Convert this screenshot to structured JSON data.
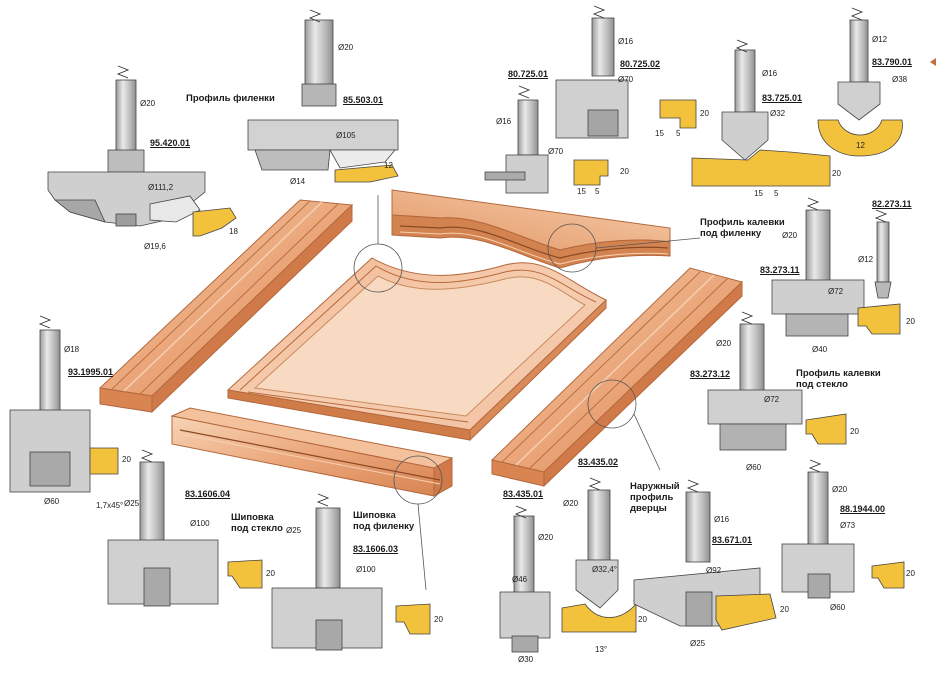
{
  "colors": {
    "steel": "#c9c9c9",
    "steel_dark": "#8c8c8c",
    "steel_light": "#e6e6e6",
    "wood": "#e8a77a",
    "wood_dark": "#c9794a",
    "wood_light": "#f6d2b4",
    "profile_yellow": "#f3c23c",
    "line": "#333333",
    "accent_arrow": "#c0703a"
  },
  "notes": {
    "panel_profile": "Профиль филенки",
    "rail_profile_panel_l1": "Профиль калевки",
    "rail_profile_panel_l2": "под филенку",
    "rail_profile_glass_l1": "Профиль калевки",
    "rail_profile_glass_l2": "под стекло",
    "outer_profile_l1": "Наружный",
    "outer_profile_l2": "профиль",
    "outer_profile_l3": "дверцы",
    "tenon_glass_l1": "Шиповка",
    "tenon_glass_l2": "под стекло",
    "tenon_panel_l1": "Шиповка",
    "tenon_panel_l2": "под филенку"
  },
  "tools": {
    "t95420": {
      "code": "95.420.01",
      "shank": "Ø20",
      "dia": "Ø111,2",
      "depth": "Ø19,6",
      "h": "18"
    },
    "t85503": {
      "code": "85.503.01",
      "shank": "Ø20",
      "dia": "Ø105",
      "depth": "Ø14",
      "h": "12"
    },
    "t80725_1": {
      "code": "80.725.01",
      "shank": "Ø16",
      "dia": "Ø70",
      "w": "15",
      "h": "5",
      "v": "20"
    },
    "t80725_2": {
      "code": "80.725.02",
      "shank": "Ø16",
      "dia": "Ø70",
      "w": "15",
      "h": "5",
      "v": "20"
    },
    "t83725": {
      "code": "83.725.01",
      "shank": "Ø16",
      "dia": "Ø32",
      "w": "15",
      "h": "5",
      "v": "20"
    },
    "t83790": {
      "code": "83.790.01",
      "shank": "Ø12",
      "dia": "Ø38",
      "v": "12"
    },
    "t82273": {
      "code": "82.273.11",
      "shank": "Ø12"
    },
    "t83273_11": {
      "code": "83.273.11",
      "shank": "Ø20",
      "dia": "Ø72",
      "depth": "Ø40",
      "v": "20"
    },
    "t83273_12": {
      "code": "83.273.12",
      "shank": "Ø20",
      "dia": "Ø72",
      "depth": "Ø60",
      "v": "20"
    },
    "t931995": {
      "code": "93.1995.01",
      "shank": "Ø18",
      "dia": "Ø60",
      "chamfer": "1,7x45°",
      "v": "20"
    },
    "t831606_04": {
      "code": "83.1606.04",
      "shank": "Ø25",
      "dia": "Ø100",
      "v": "20"
    },
    "t831606_03": {
      "code": "83.1606.03",
      "shank": "Ø25",
      "dia": "Ø100",
      "v": "20"
    },
    "t83435_01": {
      "code": "83.435.01",
      "shank": "Ø20",
      "dia": "Ø46",
      "depth": "Ø30"
    },
    "t83435_02": {
      "code": "83.435.02",
      "shank": "Ø20",
      "dia": "Ø32,4°",
      "v": "20",
      "angle": "13°"
    },
    "t83671": {
      "code": "83.671.01",
      "shank": "Ø16",
      "dia": "Ø92",
      "depth": "Ø25",
      "v": "20"
    },
    "t881944": {
      "code": "88.1944.00",
      "shank": "Ø20",
      "dia": "Ø73",
      "depth": "Ø60",
      "v": "20"
    }
  }
}
